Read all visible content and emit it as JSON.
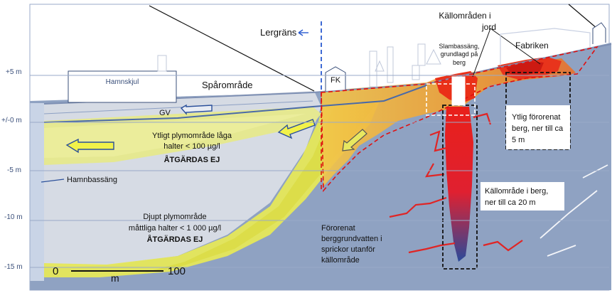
{
  "depth_axis": {
    "unit": "m",
    "ticks": [
      "+5 m",
      "+/-0 m",
      "-5 m",
      "-10 m",
      "-15 m"
    ]
  },
  "labels": {
    "lergrans": "Lergräns",
    "kallomraden_jord": [
      "Källområden i",
      "jord"
    ],
    "slambassang": [
      "Slambassäng,",
      "grundlagd på",
      "berg"
    ],
    "fabriken": "Fabriken",
    "hamnskjul": "Hamnskjul",
    "sparomrade": "Spårområde",
    "fk": "FK",
    "gv": "GV",
    "ytligt_plym": [
      "Ytligt plymområde låga",
      "halter < 100 µg/l"
    ],
    "ytligt_atgard": "ÅTGÄRDAS EJ",
    "hamnbassang": "Hamnbassäng",
    "djupt_plym": [
      "Djupt plymområde",
      "måttliga halter < 1 000 µg/l"
    ],
    "djupt_atgard": "ÅTGÄRDAS EJ",
    "ytlig_fororenat": [
      "Ytlig förorenat",
      "berg, ner till ca",
      "5 m"
    ],
    "kallomrade_berg": [
      "Källområde i berg,",
      "ner till ca 20 m"
    ],
    "fororenat_grundvatten": [
      "Förorenat",
      "berggrundvatten i",
      "sprickor utanför",
      "källområde"
    ],
    "scale_start": "0",
    "scale_unit": "m",
    "scale_end": "100"
  },
  "colors": {
    "sky": "#ffffff",
    "water": "#c9d4e6",
    "clay": "#d6dbe4",
    "bedrock": "#8fa2c2",
    "plume_yellow": "#e8ea6a",
    "source_red": "#e8201a",
    "dark_blue": "#2c4f8f",
    "boundary_red": "#e01010"
  }
}
